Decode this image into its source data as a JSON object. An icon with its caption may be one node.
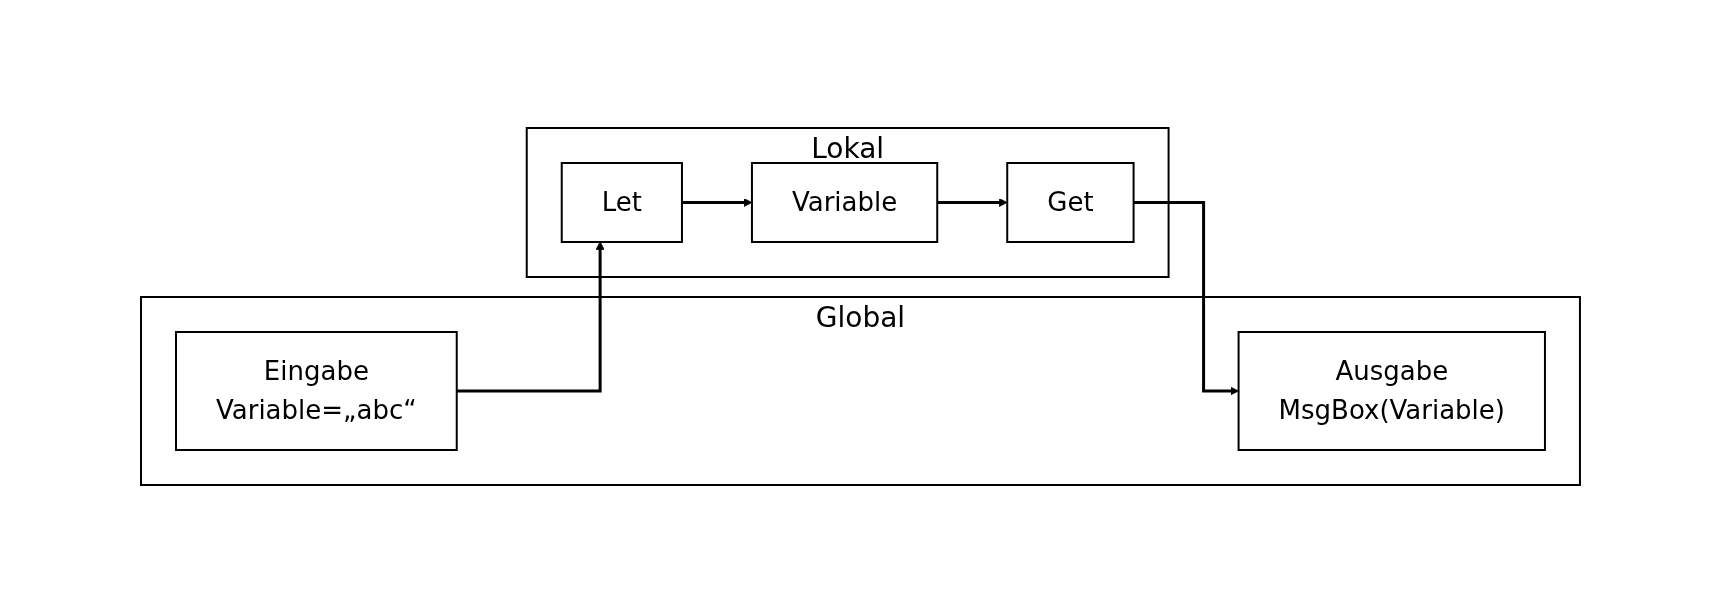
{
  "diagram": {
    "nodes": [
      {
        "text": [
          "Global"
        ]
      },
      {
        "text": [
          "Ausgabe",
          "MsgBox(Variable)"
        ],
        "in": 0
      },
      {
        "text": [
          "Eingabe",
          "Variable=„abc“"
        ],
        "in": 0
      },
      {
        "text": [
          "Lokal"
        ]
      },
      {
        "text": [
          "Get"
        ],
        "in": 3
      },
      {
        "text": [
          "Let"
        ],
        "in": 3
      },
      {
        "text": [
          "Variable"
        ],
        "in": 3
      }
    ],
    "edges": [
      {
        "from": 4,
        "to": 1,
        "arrow": "to"
      },
      {
        "from": 6,
        "to": 4,
        "arrow": "to"
      },
      {
        "from": 2,
        "to": 5,
        "arrow": "to"
      },
      {
        "from": 5,
        "to": 6,
        "arrow": "to"
      }
    ]
  }
}
